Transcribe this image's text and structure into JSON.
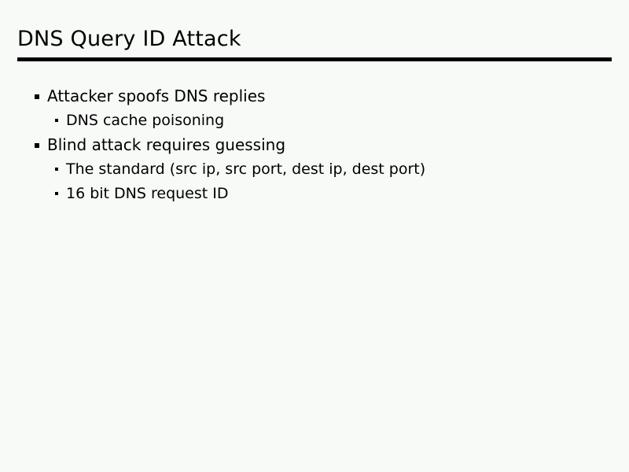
{
  "slide": {
    "title": "DNS Query ID Attack",
    "background_color": "#f7faf7",
    "text_color": "#000000",
    "rule_color": "#000000",
    "bullets": [
      {
        "level": 1,
        "text": "Attacker spoofs DNS replies",
        "marker": "square-bullet"
      },
      {
        "level": 2,
        "text": "DNS cache poisoning",
        "marker": "square-bullet"
      },
      {
        "level": 1,
        "text": "Blind attack requires guessing",
        "marker": "square-bullet"
      },
      {
        "level": 2,
        "text": "The standard (src ip, src port, dest ip, dest port)",
        "marker": "square-bullet"
      },
      {
        "level": 2,
        "text": "16 bit DNS request ID",
        "marker": "square-bullet"
      }
    ]
  }
}
